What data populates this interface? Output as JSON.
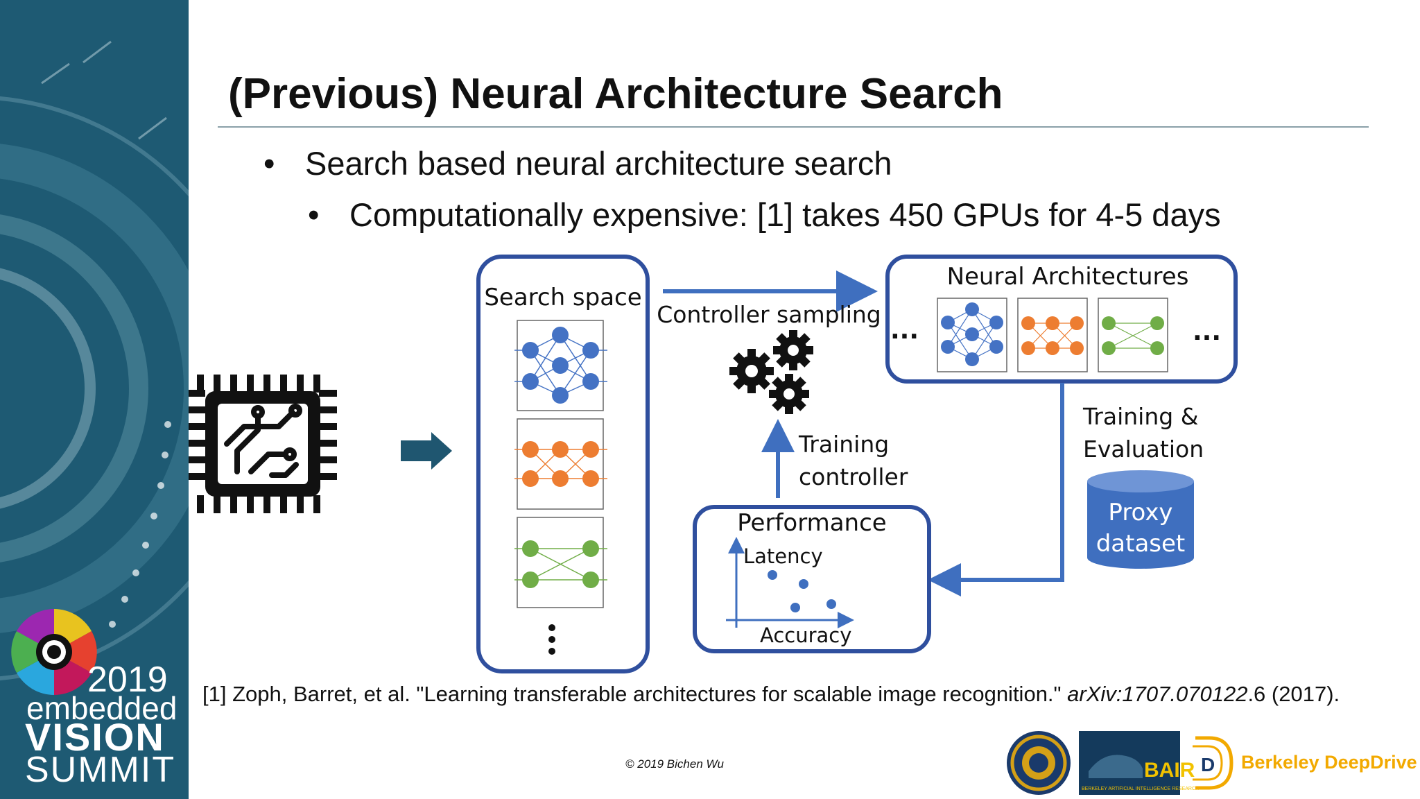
{
  "slide": {
    "title": "(Previous) Neural Architecture Search",
    "bullets": [
      {
        "level": 1,
        "marker": "•",
        "text": "Search based neural architecture search"
      },
      {
        "level": 2,
        "marker": "•",
        "text": "Computationally expensive: [1] takes 450 GPUs for 4-5 days"
      }
    ]
  },
  "diagram": {
    "search_space_label": "Search space",
    "controller_sampling_label": "Controller sampling",
    "neural_architectures_label": "Neural Architectures",
    "ellipsis_left": "...",
    "ellipsis_right": "...",
    "training_controller_line1": "Training",
    "training_controller_line2": "controller",
    "training_eval_line1": "Training &",
    "training_eval_line2": "Evaluation",
    "proxy_line1": "Proxy",
    "proxy_line2": "dataset",
    "performance_label": "Performance",
    "latency_label": "Latency",
    "accuracy_label": "Accuracy",
    "colors": {
      "blue": "#4472c4",
      "orange": "#ed7d31",
      "green": "#70ad47",
      "frame": "#2f4f9e",
      "arrow_blue": "#3f6fbf",
      "teal_arrow": "#1f5670",
      "cylinder": "#3f6fbf"
    }
  },
  "reference": {
    "prefix": "[1] Zoph, Barret, et al. \"Learning transferable architectures for scalable image recognition.\" ",
    "journal": "arXiv:1707.070122",
    "suffix": ".6 (2017)."
  },
  "copyright": "© 2019 Bichen Wu",
  "sidebar": {
    "year": "2019",
    "line1": "embedded",
    "line2": "VISION",
    "line3": "SUMMIT",
    "bg_color": "#1e5a73"
  },
  "logos": {
    "bair": "BAIR",
    "bair_sub": "BERKELEY ARTIFICIAL INTELLIGENCE RESEARCH",
    "deepdrive_letter": "D",
    "deepdrive": "Berkeley DeepDrive",
    "deepdrive_color": "#f2a900"
  }
}
